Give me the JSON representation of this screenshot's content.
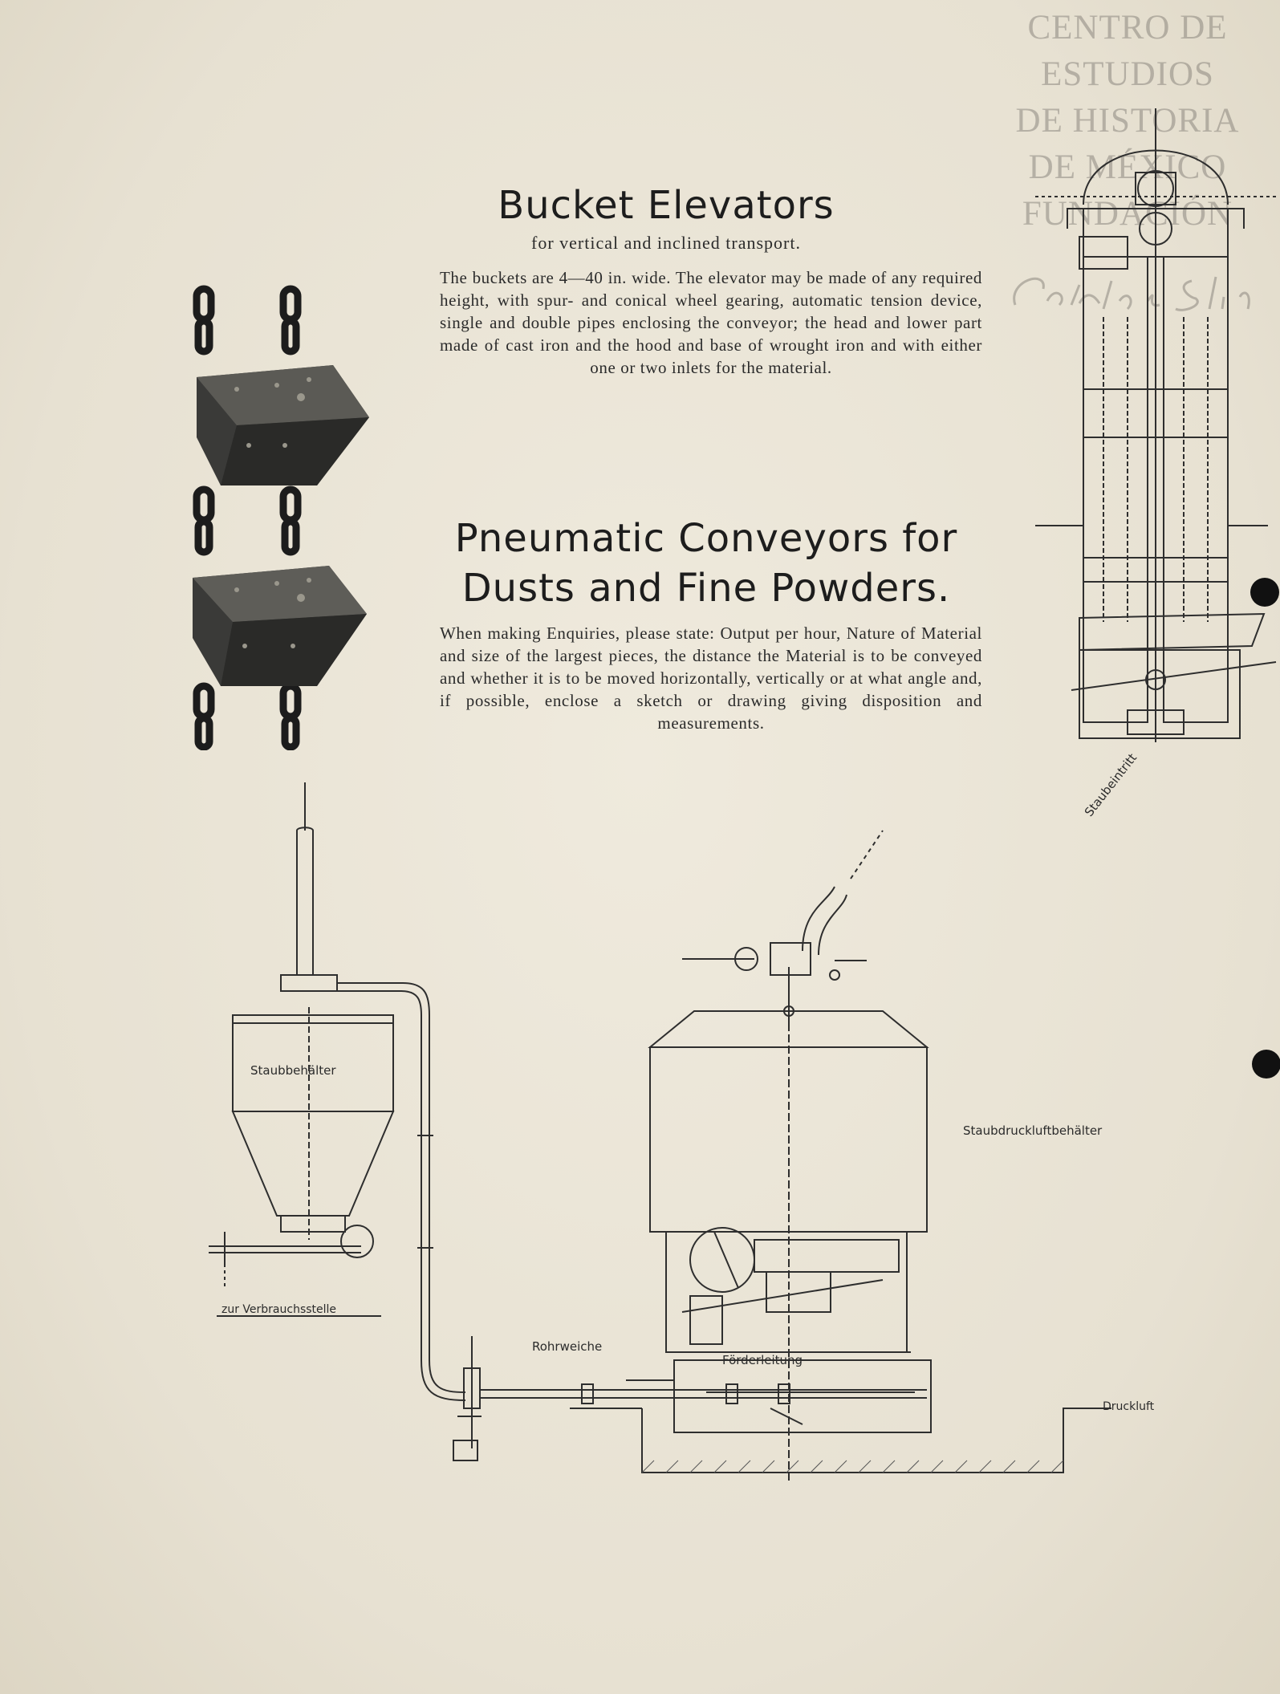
{
  "watermark": {
    "line1": "CENTRO DE",
    "line2": "ESTUDIOS",
    "line3": "DE HISTORIA",
    "line4": "DE MÉXICO",
    "line5": "FUNDACIÓN",
    "signature": "Carlos Slim"
  },
  "bucket_elevators": {
    "title": "Bucket Elevators",
    "subtitle": "for vertical and inclined transport.",
    "body": "The buckets are 4—40 in. wide. The elevator may be made of any required height, with spur- and conical wheel gearing, automatic tension device, single and double pipes enclosing the conveyor; the head and lower part made of cast iron and the hood and base of wrought iron and with either one or two inlets for the material."
  },
  "pneumatic_conveyors": {
    "title_line1": "Pneumatic Conveyors for",
    "title_line2": "Dusts and Fine Powders.",
    "body": "When making Enquiries, please state: Output per hour, Nature of Material and size of the largest pieces, the distance the Material is to be conveyed and whether it is to be moved horizontally, vertically or at what angle and, if possible, enclose a sketch or drawing giving disposition and measurements."
  },
  "diagram_labels": {
    "staubbehaelter": "Staubbehälter",
    "verbrauchsstelle": "zur Verbrauchsstelle",
    "rohrweiche": "Rohrweiche",
    "foerderleitung": "Förderleitung",
    "staubeintritt": "Staubeintritt",
    "staubdruckluftbehaelter": "Staubdruckluftbehälter",
    "druckluft": "Druckluft"
  }
}
